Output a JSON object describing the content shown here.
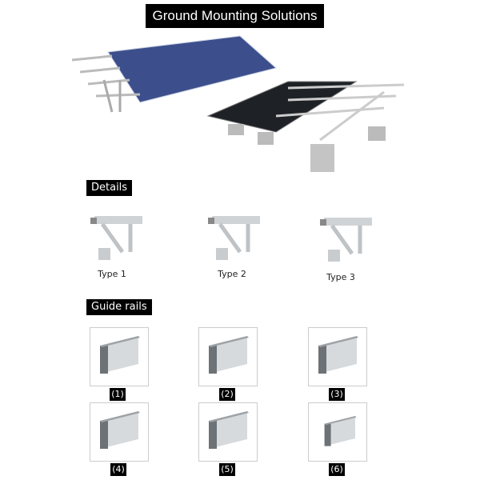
{
  "title": "Ground Mounting Solutions",
  "details": {
    "heading": "Details",
    "types": [
      "Type 1",
      "Type 2",
      "Type 3"
    ]
  },
  "guide_rails": {
    "heading": "Guide rails",
    "items": [
      "(1)",
      "(2)",
      "(3)",
      "(4)",
      "(5)",
      "(6)"
    ]
  }
}
